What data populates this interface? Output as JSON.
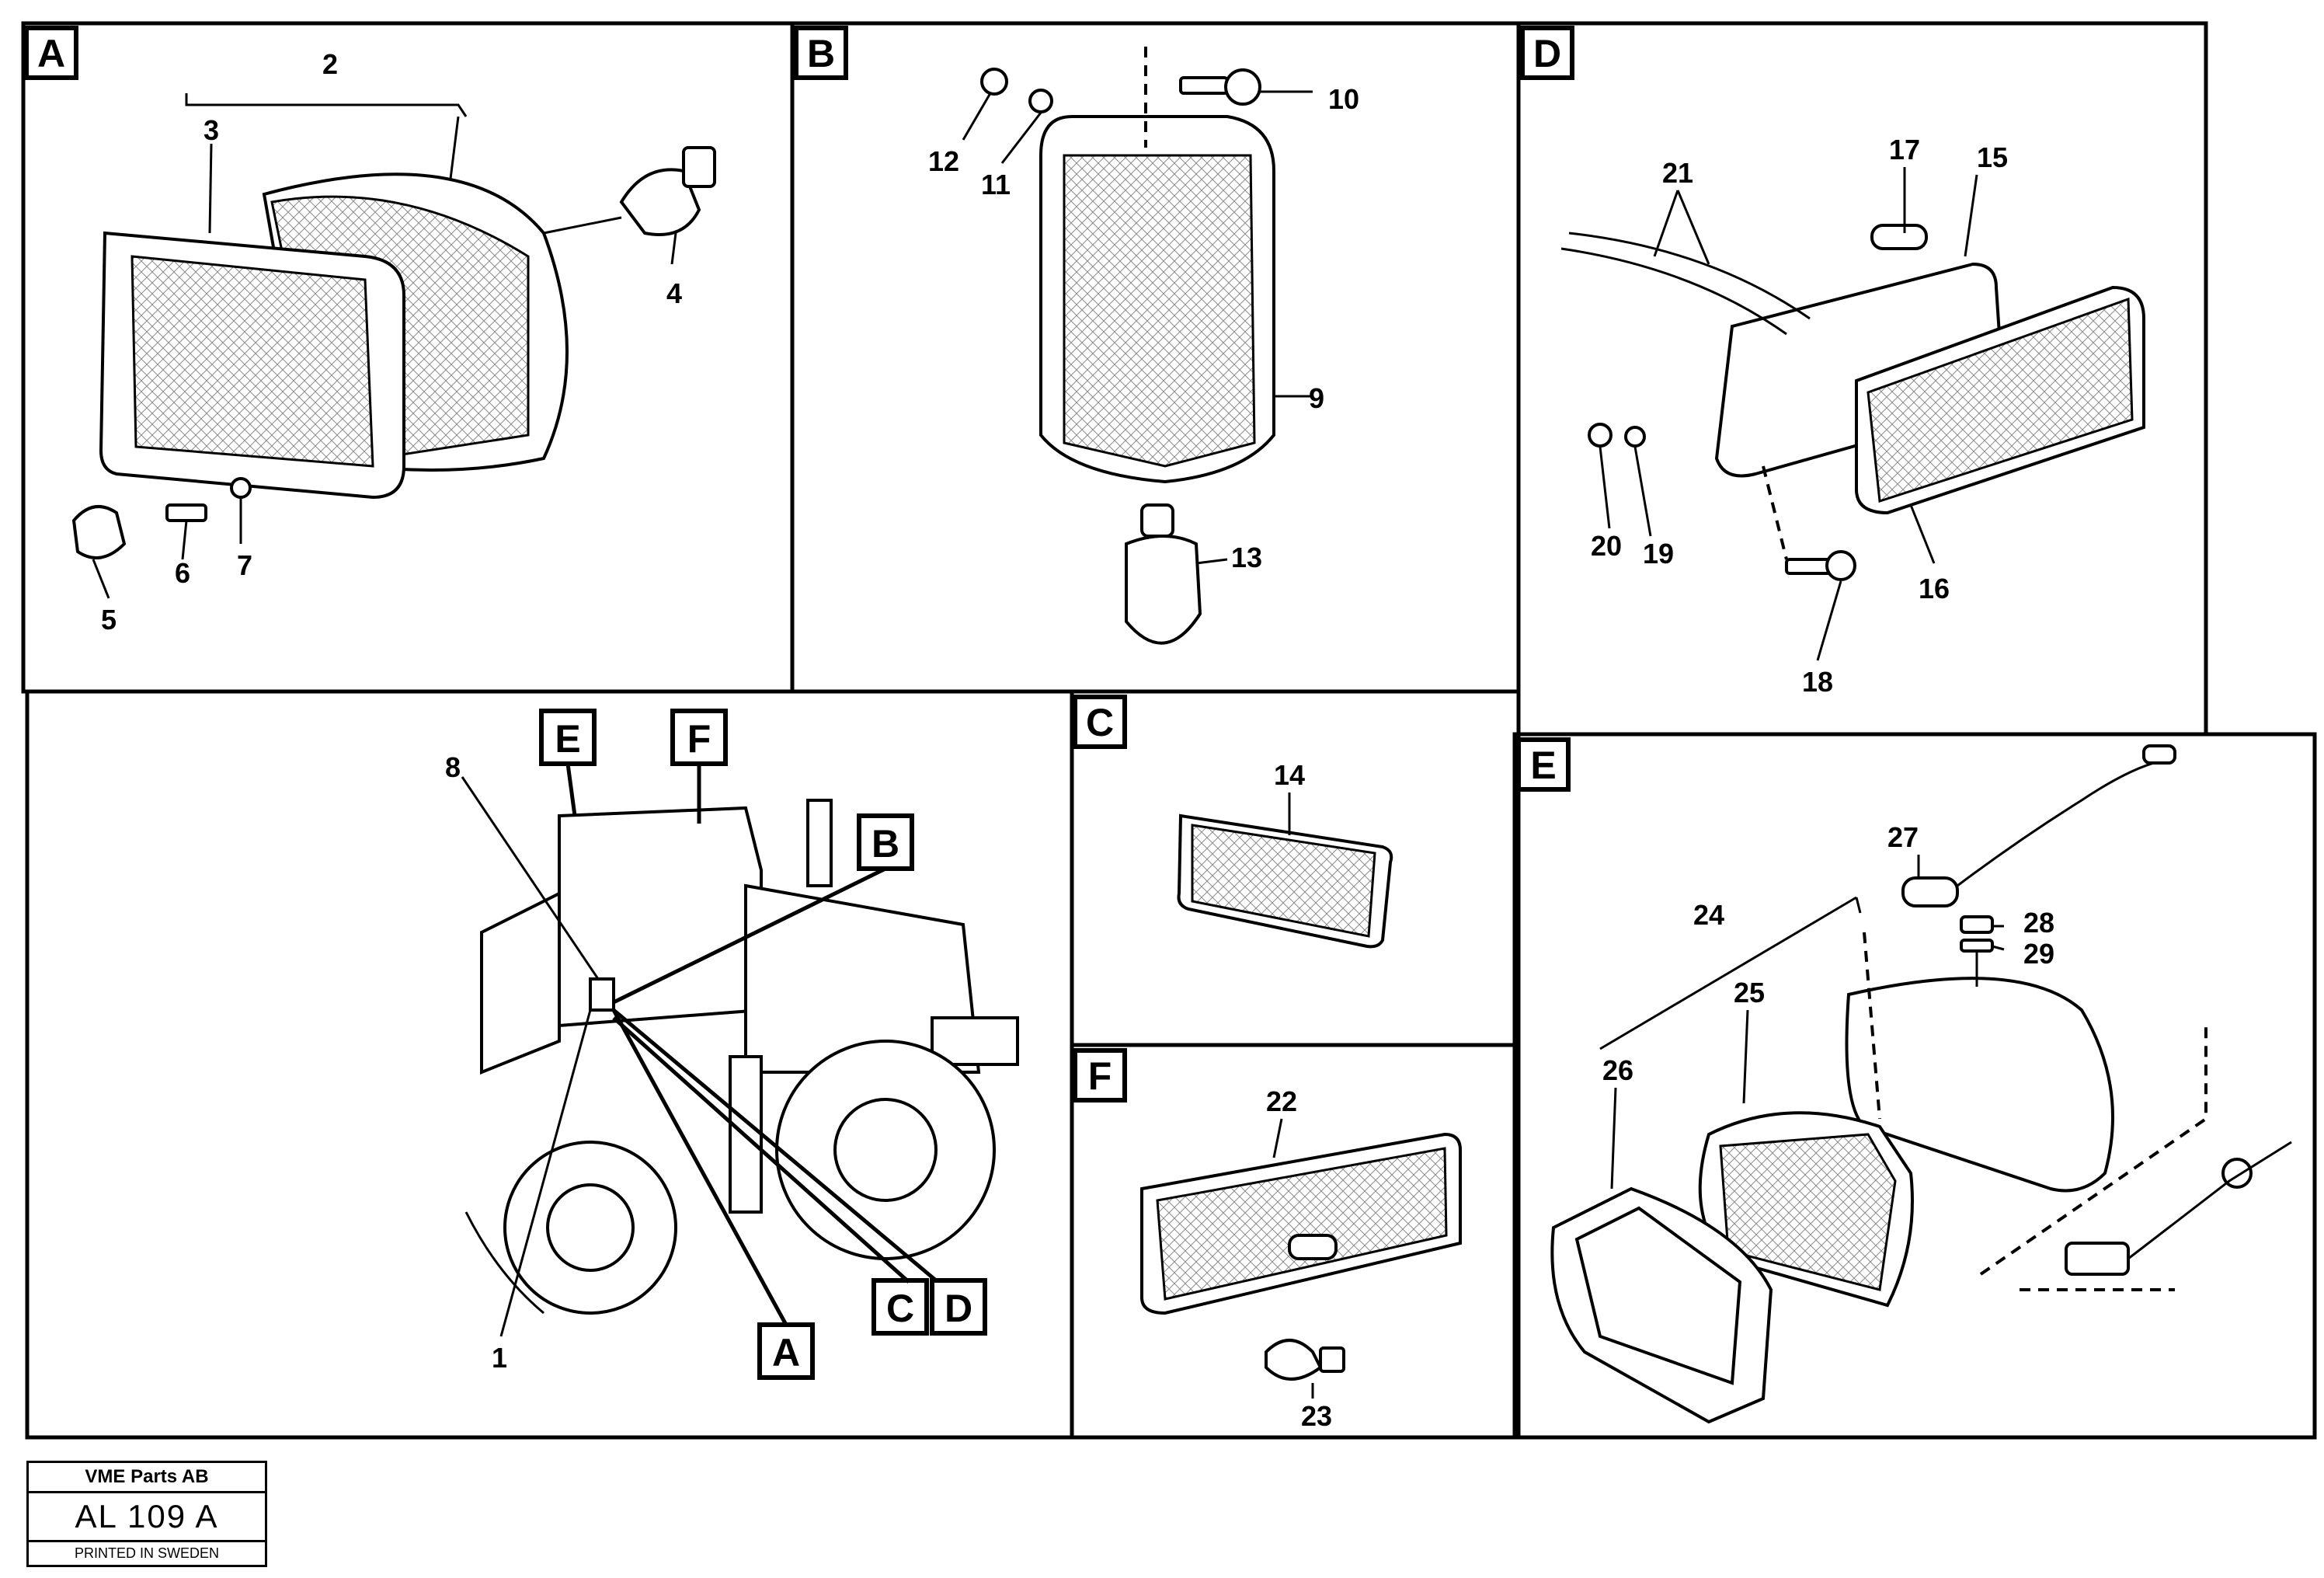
{
  "panels": {
    "A": {
      "letter": "A",
      "callouts": [
        "2",
        "3",
        "4",
        "5",
        "6",
        "7"
      ]
    },
    "B": {
      "letter": "B",
      "callouts": [
        "10",
        "12",
        "11",
        "9",
        "13"
      ]
    },
    "D": {
      "letter": "D",
      "callouts": [
        "17",
        "15",
        "21",
        "20",
        "19",
        "16",
        "18"
      ]
    },
    "machine": {
      "callouts": [
        "8",
        "1"
      ],
      "markers": [
        "E",
        "F",
        "B",
        "A",
        "C",
        "D"
      ]
    },
    "C": {
      "letter": "C",
      "callouts": [
        "14"
      ]
    },
    "F": {
      "letter": "F",
      "callouts": [
        "22",
        "23"
      ]
    },
    "E": {
      "letter": "E",
      "callouts": [
        "27",
        "28",
        "29",
        "24",
        "25",
        "26"
      ]
    }
  },
  "title_block": {
    "company": "VME Parts AB",
    "code": "AL 109 A",
    "printed": "PRINTED IN SWEDEN"
  }
}
